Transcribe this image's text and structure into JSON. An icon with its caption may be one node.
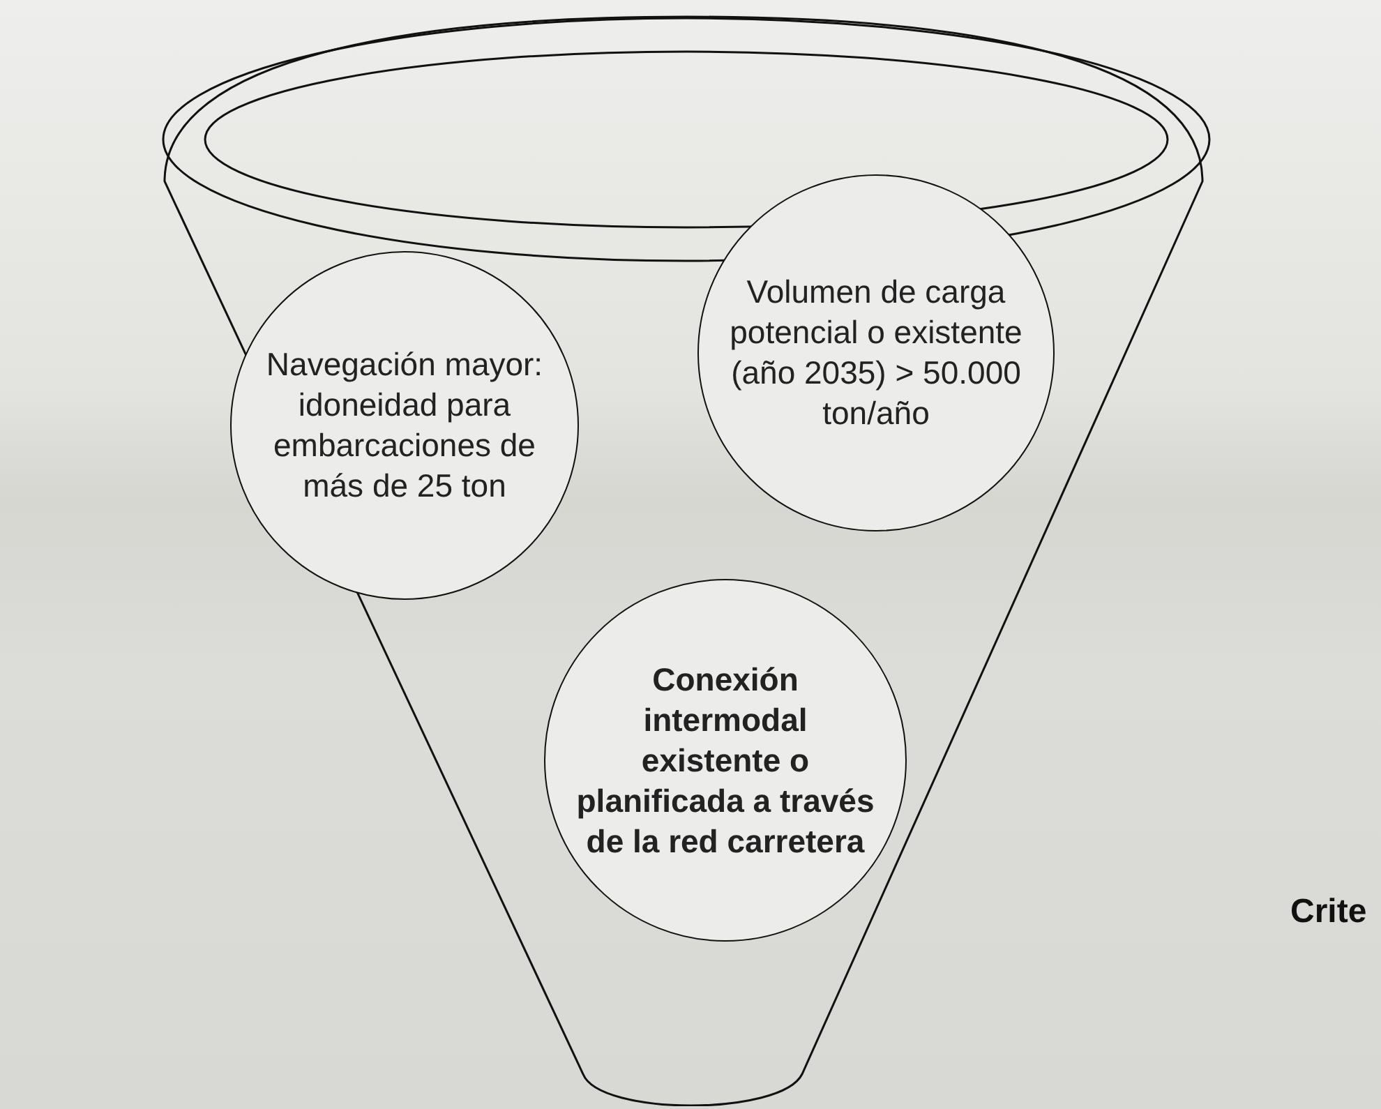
{
  "diagram": {
    "nodes": [
      {
        "text": [],
        "shape": "funnel"
      },
      {
        "text": [
          "Navegación mayor: idoneidad para embarcaciones de más de 25 ton"
        ],
        "in": 0
      },
      {
        "text": [
          "Volumen de carga potencial o existente (año 2035) > 50.000 ton/año"
        ],
        "in": 0
      },
      {
        "text": [
          "Conexión intermodal existente o planificada a través de la red carretera"
        ],
        "in": 0
      }
    ],
    "edges": [],
    "labels": [
      "Crite"
    ]
  }
}
